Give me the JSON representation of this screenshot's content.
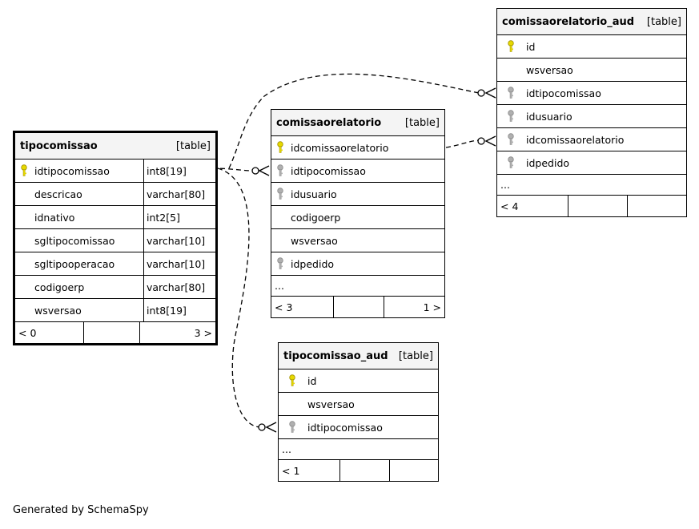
{
  "tables": {
    "tipocomissao": {
      "name": "tipocomissao",
      "type_label": "[table]",
      "columns": [
        {
          "name": "idtipocomissao",
          "type": "int8[19]",
          "key": "primary"
        },
        {
          "name": "descricao",
          "type": "varchar[80]",
          "key": "none"
        },
        {
          "name": "idnativo",
          "type": "int2[5]",
          "key": "none"
        },
        {
          "name": "sgltipocomissao",
          "type": "varchar[10]",
          "key": "none"
        },
        {
          "name": "sgltipooperacao",
          "type": "varchar[10]",
          "key": "none"
        },
        {
          "name": "codigoerp",
          "type": "varchar[80]",
          "key": "none"
        },
        {
          "name": "wsversao",
          "type": "int8[19]",
          "key": "none"
        }
      ],
      "footer": {
        "left": "< 0",
        "right": "3 >"
      }
    },
    "comissaorelatorio": {
      "name": "comissaorelatorio",
      "type_label": "[table]",
      "columns": [
        {
          "name": "idcomissaorelatorio",
          "key": "primary"
        },
        {
          "name": "idtipocomissao",
          "key": "foreign"
        },
        {
          "name": "idusuario",
          "key": "foreign"
        },
        {
          "name": "codigoerp",
          "key": "none"
        },
        {
          "name": "wsversao",
          "key": "none"
        },
        {
          "name": "idpedido",
          "key": "foreign"
        }
      ],
      "ellipsis": "...",
      "footer": {
        "left": "< 3",
        "right": "1 >"
      }
    },
    "comissaorelatorio_aud": {
      "name": "comissaorelatorio_aud",
      "type_label": "[table]",
      "columns": [
        {
          "name": "id",
          "key": "primary"
        },
        {
          "name": "wsversao",
          "key": "none"
        },
        {
          "name": "idtipocomissao",
          "key": "foreign"
        },
        {
          "name": "idusuario",
          "key": "foreign"
        },
        {
          "name": "idcomissaorelatorio",
          "key": "foreign"
        },
        {
          "name": "idpedido",
          "key": "foreign"
        }
      ],
      "ellipsis": "...",
      "footer": {
        "left": "< 4",
        "right": ""
      }
    },
    "tipocomissao_aud": {
      "name": "tipocomissao_aud",
      "type_label": "[table]",
      "columns": [
        {
          "name": "id",
          "key": "primary"
        },
        {
          "name": "wsversao",
          "key": "none"
        },
        {
          "name": "idtipocomissao",
          "key": "foreign"
        }
      ],
      "ellipsis": "...",
      "footer": {
        "left": "< 1",
        "right": ""
      }
    }
  },
  "relationships": [
    {
      "from": "comissaorelatorio.idtipocomissao",
      "to": "tipocomissao.idtipocomissao"
    },
    {
      "from": "comissaorelatorio_aud.idtipocomissao",
      "to": "tipocomissao.idtipocomissao"
    },
    {
      "from": "tipocomissao_aud.idtipocomissao",
      "to": "tipocomissao.idtipocomissao"
    },
    {
      "from": "comissaorelatorio_aud.idcomissaorelatorio",
      "to": "comissaorelatorio.idcomissaorelatorio"
    }
  ],
  "colors": {
    "primary_key": "#e6d800",
    "foreign_key": "#b0b0b0",
    "header_bg": "#f4f4f4"
  },
  "footer_text": "Generated by SchemaSpy"
}
